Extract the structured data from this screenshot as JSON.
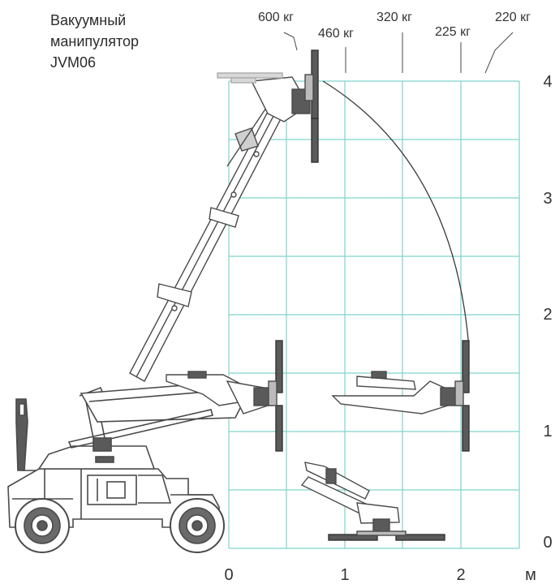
{
  "title": {
    "line1": "Вакуумный",
    "line2": "манипулятор",
    "line3": "JVM06"
  },
  "load_labels": [
    "600 кг",
    "460 кг",
    "320 кг",
    "225 кг",
    "220 кг"
  ],
  "x_ticks": [
    "0",
    "1",
    "2"
  ],
  "x_unit": "м",
  "y_ticks": [
    "0",
    "1",
    "2",
    "3",
    "4"
  ],
  "colors": {
    "grid": "#7fd3cc",
    "machine": "#4a4a4a",
    "text": "#333333"
  },
  "chart_data": {
    "type": "diagram",
    "grid_x_range": [
      0,
      2.5
    ],
    "grid_y_range": [
      0,
      4
    ],
    "grid_step": 0.5,
    "load_capacity": [
      {
        "label": "600 кг",
        "reach_m": 0.6
      },
      {
        "label": "460 кг",
        "reach_m": 1.0
      },
      {
        "label": "320 кг",
        "reach_m": 1.5
      },
      {
        "label": "225 кг",
        "reach_m": 2.0
      },
      {
        "label": "220 кг",
        "reach_m": 2.2
      }
    ]
  }
}
